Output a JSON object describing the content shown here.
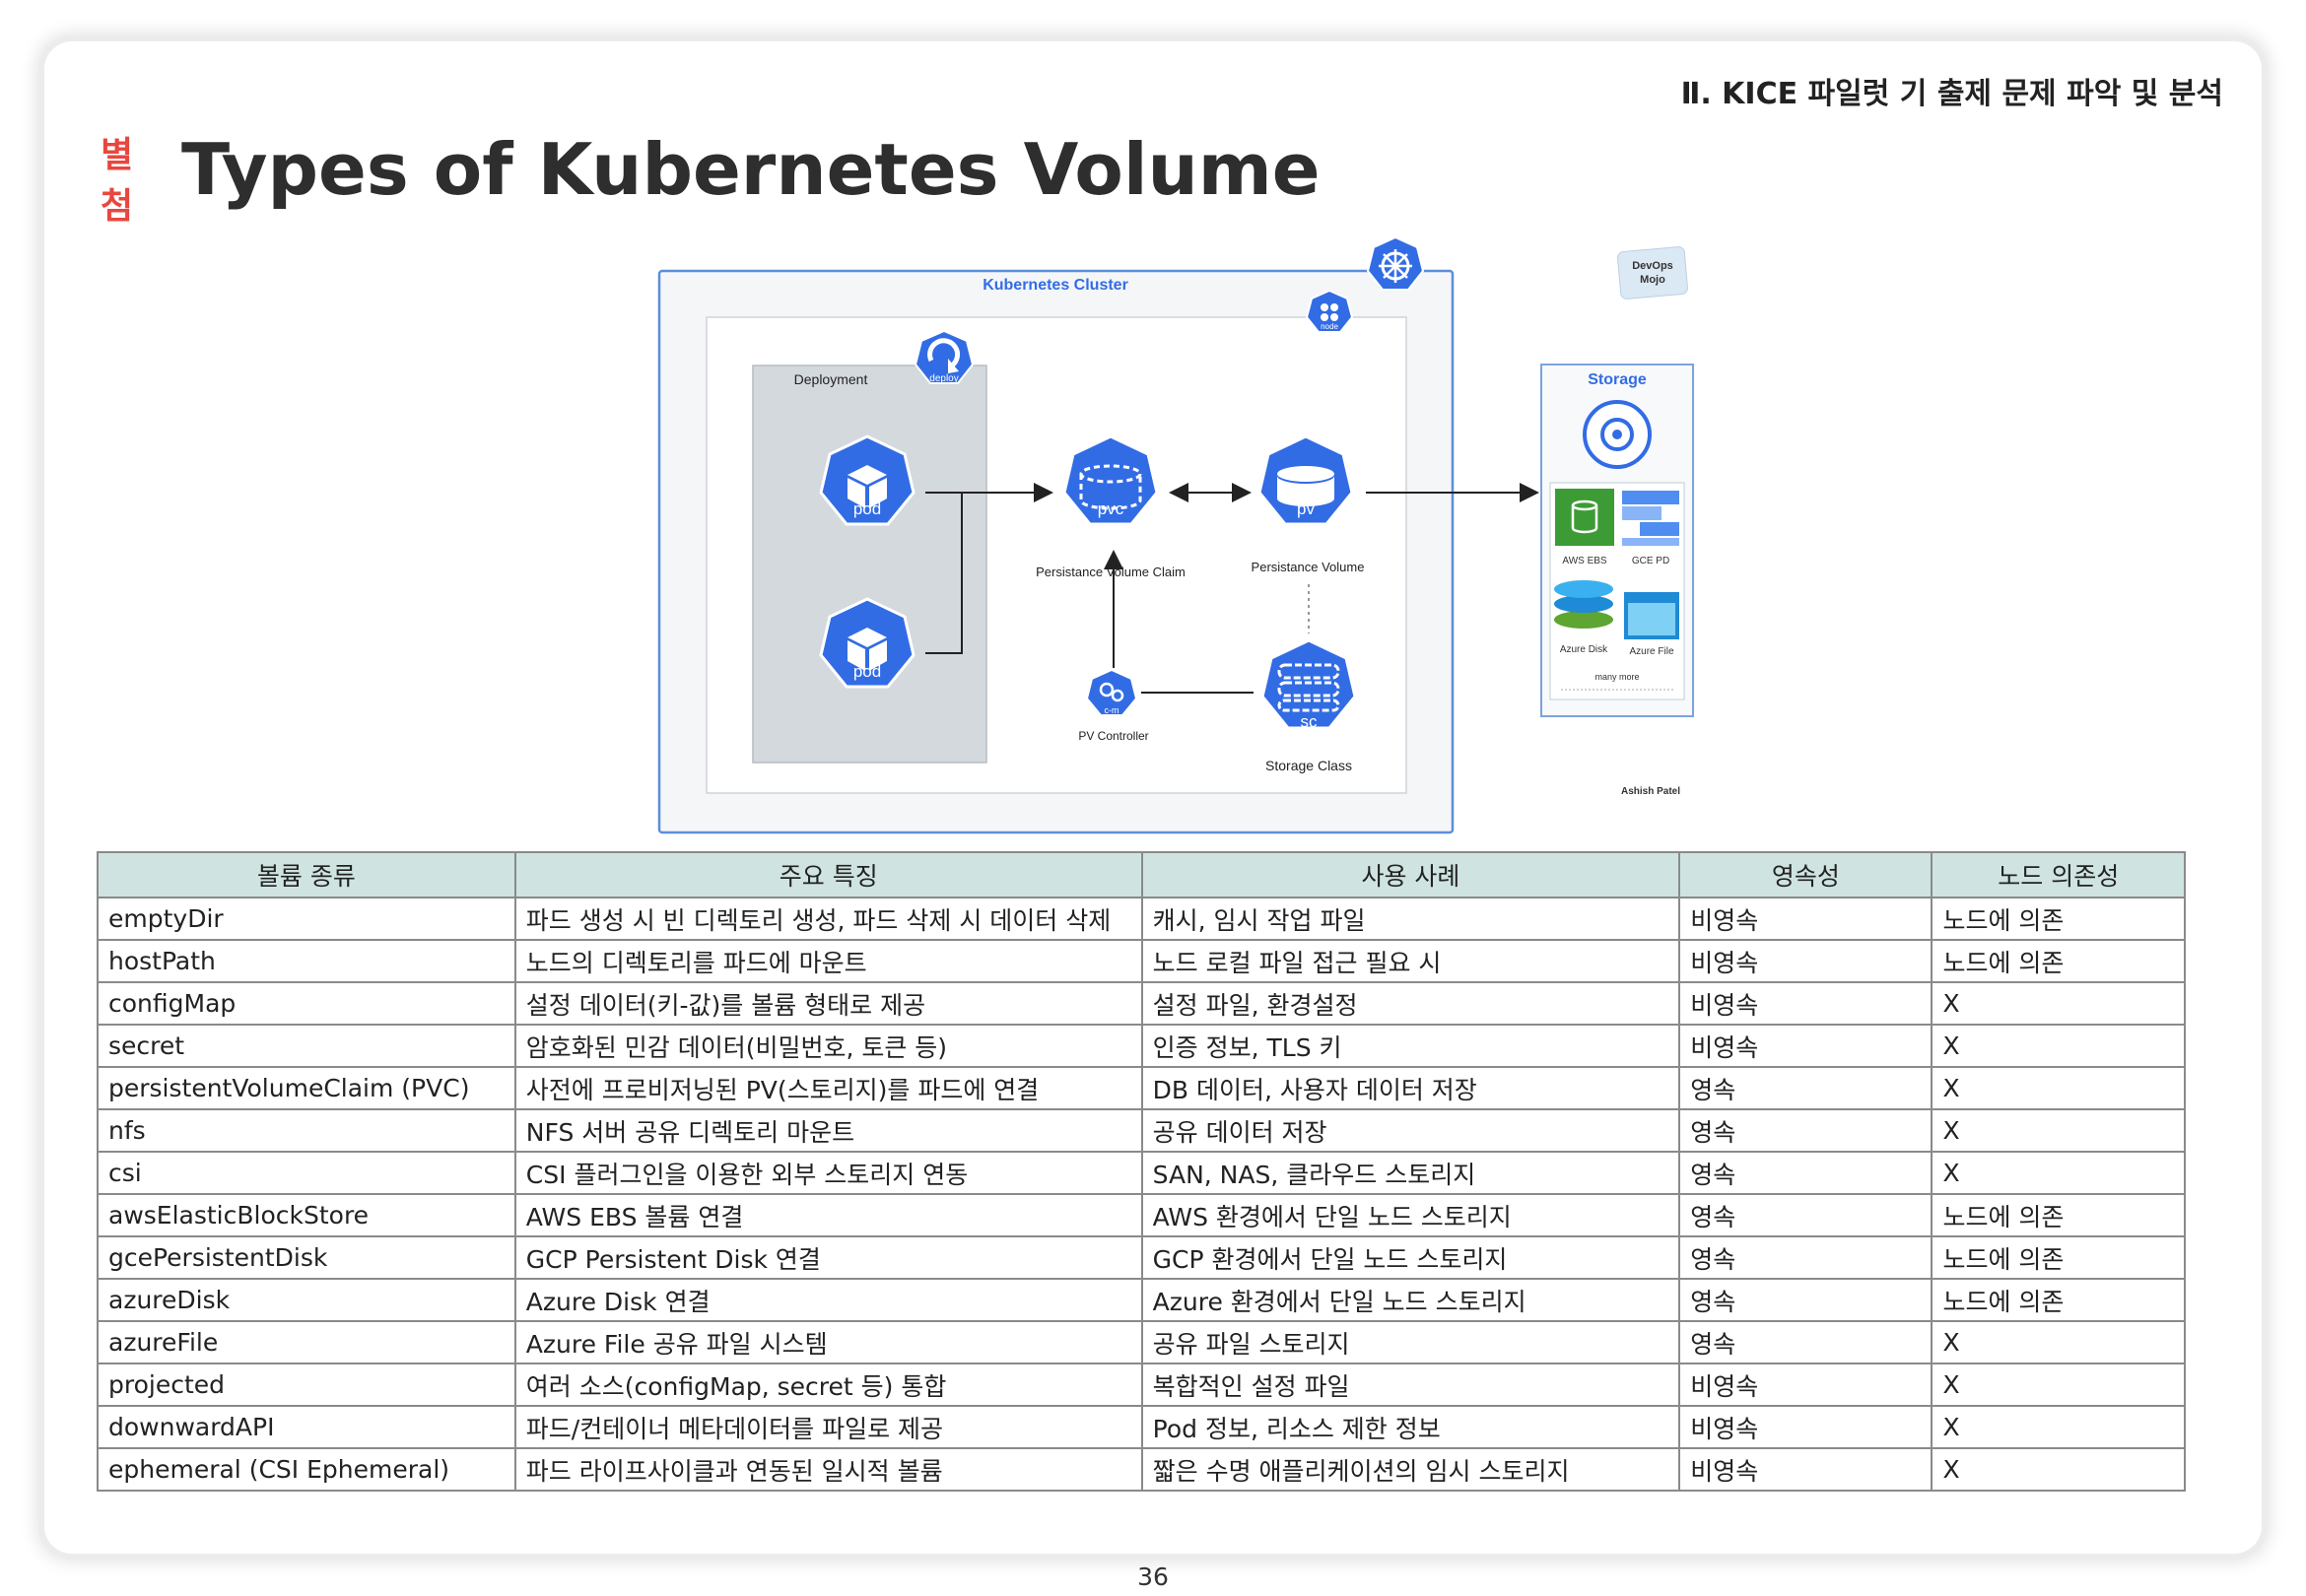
{
  "header": {
    "section_label": "Ⅱ. KICE 파일럿 기 출제 문제 파악 및 분석",
    "title_badge": "별첨",
    "title": "Types of Kubernetes Volume"
  },
  "diagram": {
    "cluster_label": "Kubernetes Cluster",
    "node_label": "node",
    "deployment_label": "Deployment",
    "deploy_icon_label": "deploy",
    "pod_label": "pod",
    "pvc_label": "pvc",
    "pvc_caption": "Persistance Volume Claim",
    "pv_label": "pv",
    "pv_caption": "Persistance Volume",
    "sc_label": "sc",
    "sc_caption": "Storage Class",
    "cm_label": "c-m",
    "pv_controller_caption": "PV Controller",
    "storage_title": "Storage",
    "aws_ebs": "AWS EBS",
    "gce_pd": "GCE PD",
    "azure_disk": "Azure Disk",
    "azure_file": "Azure File",
    "many_more": "many more",
    "devops_line1": "DevOps",
    "devops_line2": "Mojo",
    "author": "Ashish Patel"
  },
  "table": {
    "headers": [
      "볼륨 종류",
      "주요 특징",
      "사용 사례",
      "영속성",
      "노드 의존성"
    ],
    "rows": [
      [
        "emptyDir",
        "파드 생성 시 빈 디렉토리 생성, 파드 삭제 시 데이터 삭제",
        "캐시, 임시 작업 파일",
        "비영속",
        "노드에 의존"
      ],
      [
        "hostPath",
        "노드의 디렉토리를 파드에 마운트",
        "노드 로컬 파일 접근 필요 시",
        "비영속",
        "노드에 의존"
      ],
      [
        "configMap",
        "설정 데이터(키-값)를 볼륨 형태로 제공",
        "설정 파일, 환경설정",
        "비영속",
        "X"
      ],
      [
        "secret",
        "암호화된 민감 데이터(비밀번호, 토큰 등)",
        "인증 정보, TLS 키",
        "비영속",
        "X"
      ],
      [
        "persistentVolumeClaim (PVC)",
        "사전에 프로비저닝된 PV(스토리지)를 파드에 연결",
        "DB 데이터, 사용자 데이터 저장",
        "영속",
        "X"
      ],
      [
        "nfs",
        "NFS 서버 공유 디렉토리 마운트",
        "공유 데이터 저장",
        "영속",
        "X"
      ],
      [
        "csi",
        "CSI 플러그인을 이용한 외부 스토리지 연동",
        "SAN, NAS, 클라우드 스토리지",
        "영속",
        "X"
      ],
      [
        "awsElasticBlockStore",
        "AWS EBS 볼륨 연결",
        "AWS 환경에서 단일 노드 스토리지",
        "영속",
        "노드에 의존"
      ],
      [
        "gcePersistentDisk",
        "GCP Persistent Disk 연결",
        "GCP 환경에서 단일 노드 스토리지",
        "영속",
        "노드에 의존"
      ],
      [
        "azureDisk",
        "Azure Disk 연결",
        "Azure 환경에서 단일 노드 스토리지",
        "영속",
        "노드에 의존"
      ],
      [
        "azureFile",
        "Azure File 공유 파일 시스템",
        "공유 파일 스토리지",
        "영속",
        "X"
      ],
      [
        "projected",
        "여러 소스(configMap, secret 등) 통합",
        "복합적인 설정 파일",
        "비영속",
        "X"
      ],
      [
        "downwardAPI",
        "파드/컨테이너 메타데이터를 파일로 제공",
        "Pod 정보, 리소스 제한 정보",
        "비영속",
        "X"
      ],
      [
        "ephemeral (CSI Ephemeral)",
        "파드 라이프사이클과 연동된 일시적 볼륨",
        "짧은 수명 애플리케이션의 임시 스토리지",
        "비영속",
        "X"
      ]
    ]
  },
  "footer": {
    "page_number": "36"
  },
  "colors": {
    "k8s_blue": "#326ce5",
    "title_badge_red": "#e8473f",
    "table_header_bg": "#cfe4e1"
  }
}
